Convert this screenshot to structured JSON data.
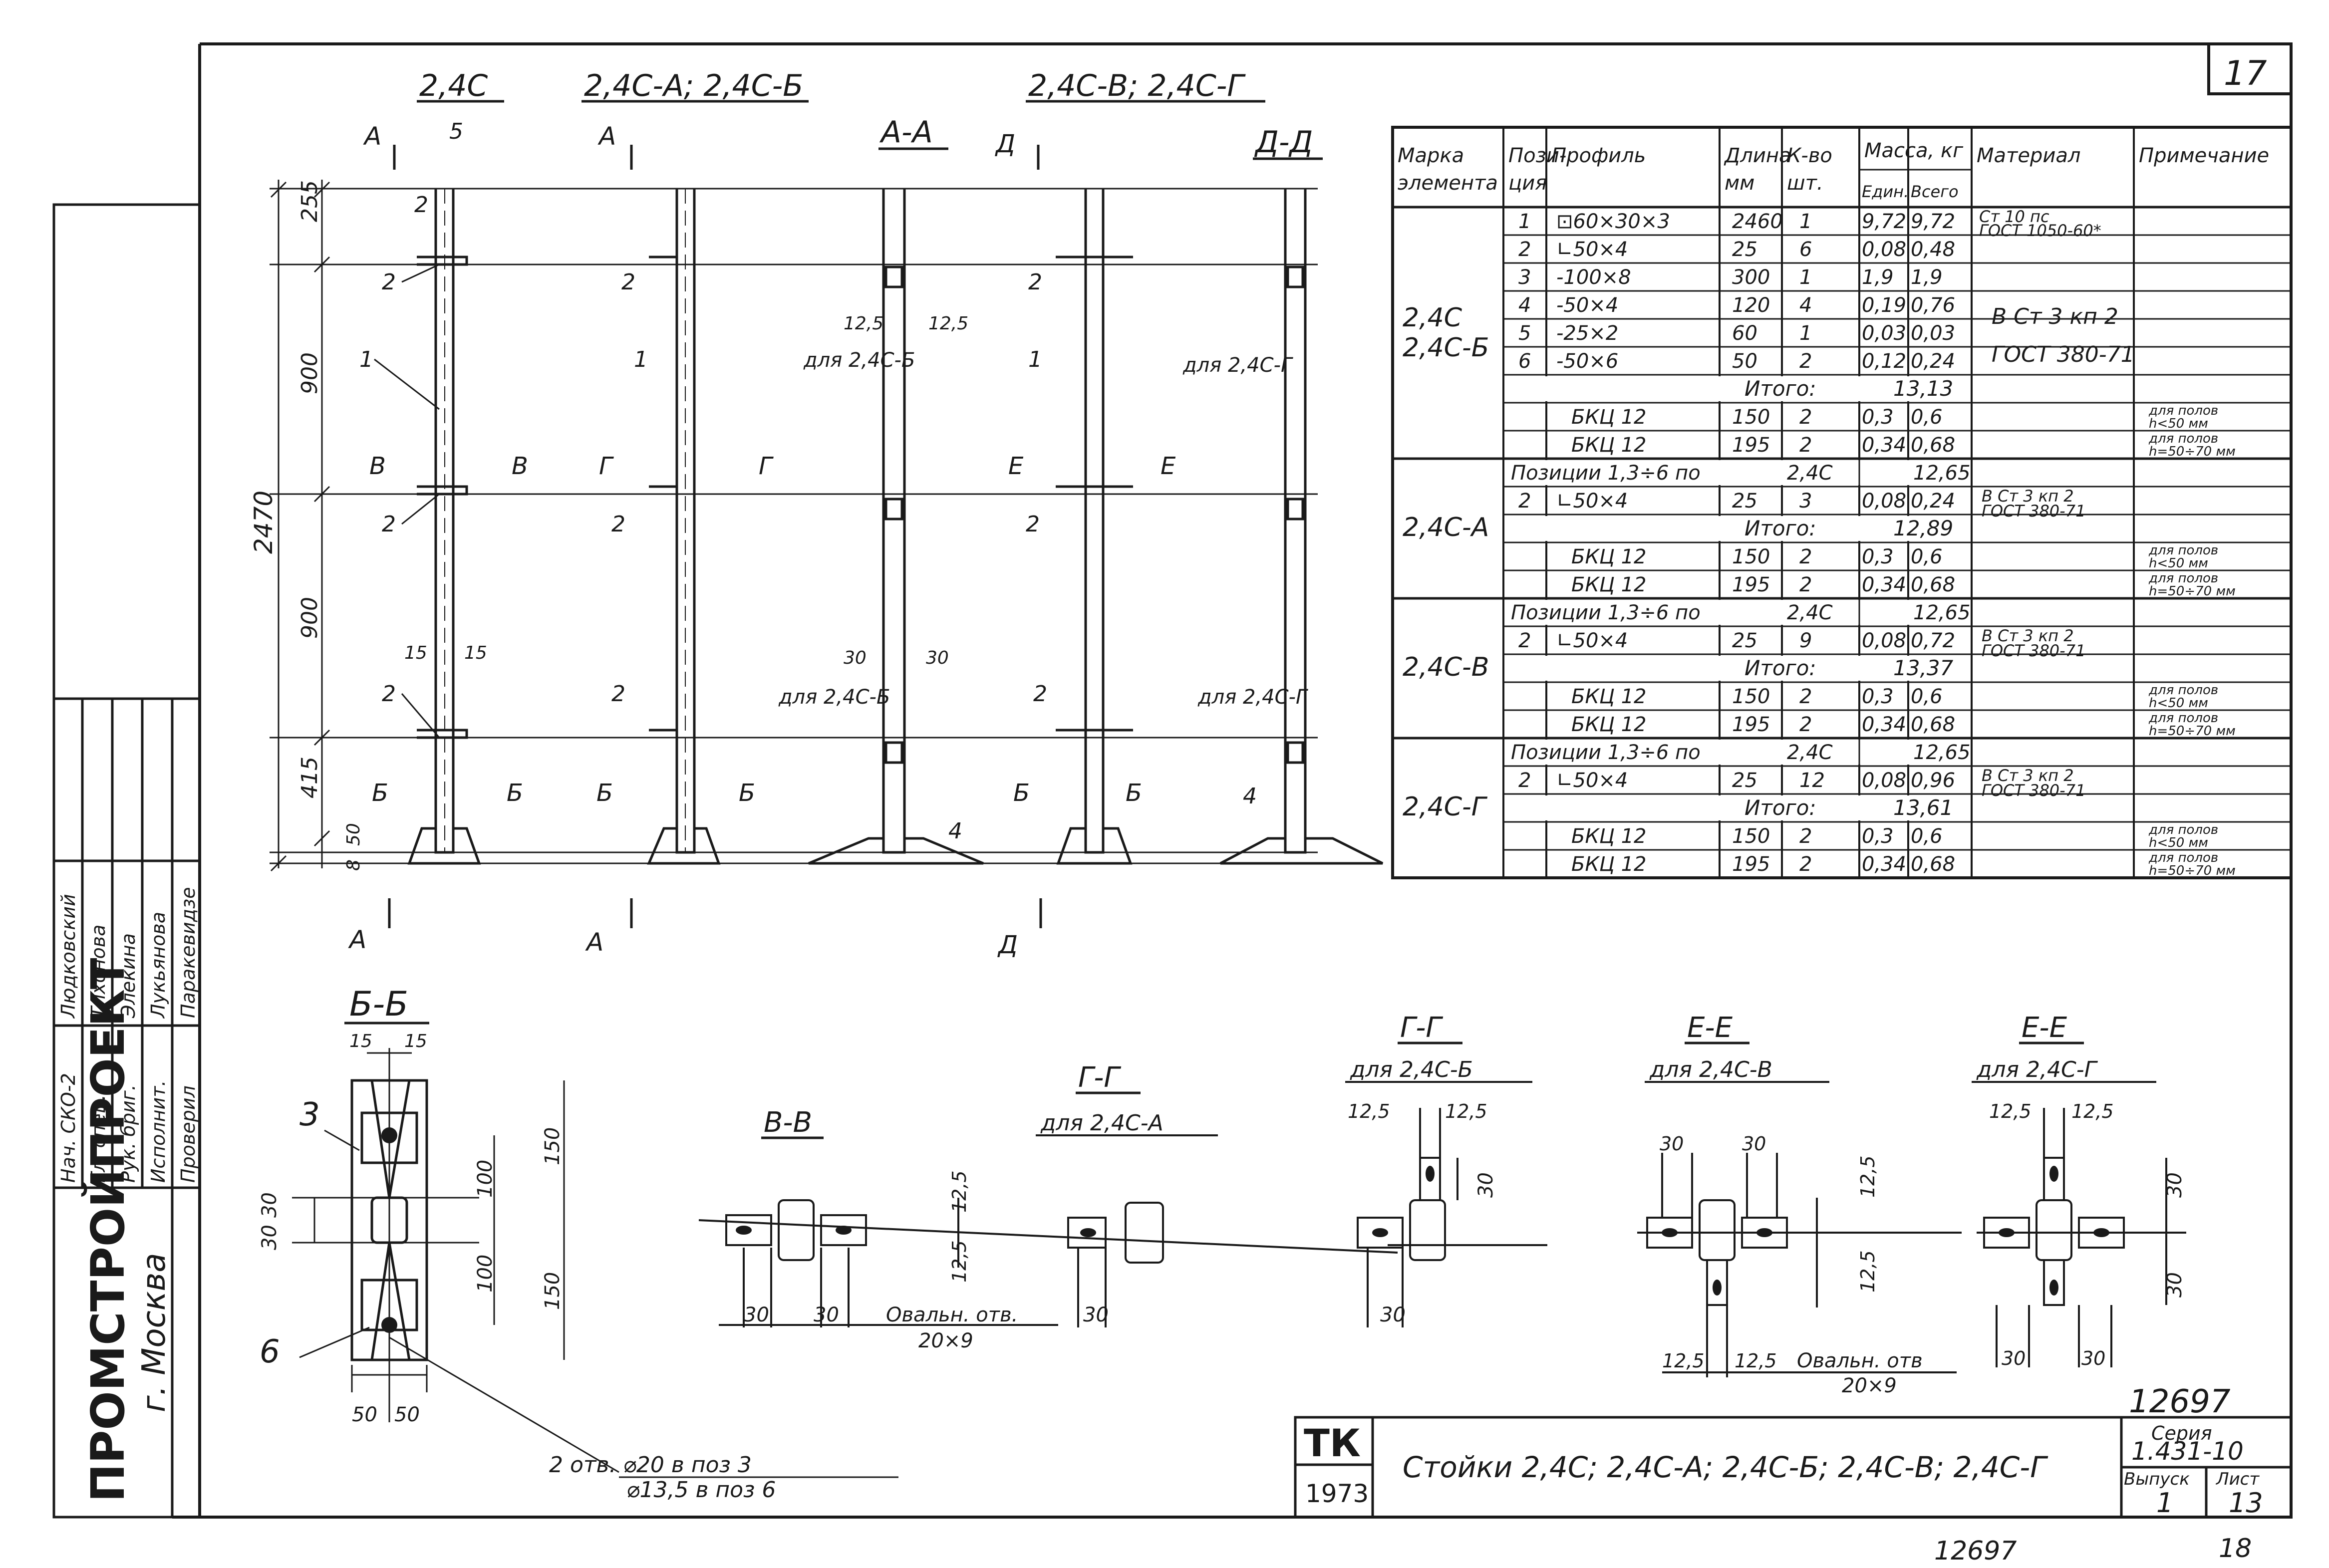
{
  "sheet_number": "17",
  "doc_number": "12697",
  "bottom_code": "12697",
  "bottom_sheet": "18",
  "view_titles": {
    "v1": "2,4С",
    "v2": "2,4С-А; 2,4С-Б",
    "v3": "2,4С-В; 2,4С-Г",
    "v4": "А-А",
    "v5": "Д-Д"
  },
  "section_marks": {
    "a": "А",
    "d": "Д",
    "b": "Б",
    "v": "В",
    "g": "Г",
    "e": "Е"
  },
  "dims": {
    "d255": "255",
    "d900a": "900",
    "d900b": "900",
    "d2470": "2470",
    "d415": "415",
    "d8": "8",
    "d50": "50",
    "d15a": "15",
    "d15b": "15",
    "d125a": "12,5",
    "d125b": "12,5",
    "d30a": "30",
    "d30b": "30"
  },
  "positions": {
    "p1": "1",
    "p2": "2",
    "p3": "3",
    "p4": "4",
    "p5": "5",
    "p6": "6"
  },
  "notes": {
    "for_b": "для 2,4С-Б",
    "for_g": "для 2,4С-Г"
  },
  "table": {
    "headers": [
      "Марка элемента",
      "Пози-ция",
      "Профиль",
      "Длина мм",
      "К-во шт.",
      "Масса, кг Един.",
      "Масса, кг Всего",
      "Материал",
      "Примечание"
    ],
    "header_lines": {
      "mark": [
        "Марка",
        "элемента"
      ],
      "pos": [
        "Пози-",
        "ция"
      ],
      "profile": [
        "Профиль"
      ],
      "length": [
        "Длина",
        "мм"
      ],
      "qty": [
        "К-во",
        "шт."
      ],
      "mass": [
        "Масса, кг"
      ],
      "mass_unit": "Един.",
      "mass_total": "Всего",
      "material": [
        "Материал"
      ],
      "note": [
        "Примечание"
      ]
    },
    "groups": [
      {
        "mark": [
          "2,4С",
          "2,4С-Б"
        ],
        "rows": [
          {
            "pos": "1",
            "profile": "⊡60×30×3",
            "length": "2460",
            "qty": "1",
            "unit": "9,72",
            "total": "9,72",
            "material": "Ст 10 пс ГОСТ 1050-60*",
            "note": ""
          },
          {
            "pos": "2",
            "profile": "∟50×4",
            "length": "25",
            "qty": "6",
            "unit": "0,08",
            "total": "0,48",
            "material": "",
            "note": ""
          },
          {
            "pos": "3",
            "profile": "-100×8",
            "length": "300",
            "qty": "1",
            "unit": "1,9",
            "total": "1,9",
            "material": "",
            "note": ""
          },
          {
            "pos": "4",
            "profile": "-50×4",
            "length": "120",
            "qty": "4",
            "unit": "0,19",
            "total": "0,76",
            "material": "В Ст 3 кп 2 ГОСТ 380-71",
            "note": ""
          },
          {
            "pos": "5",
            "profile": "-25×2",
            "length": "60",
            "qty": "1",
            "unit": "0,03",
            "total": "0,03",
            "material": "",
            "note": ""
          },
          {
            "pos": "6",
            "profile": "-50×6",
            "length": "50",
            "qty": "2",
            "unit": "0,12",
            "total": "0,24",
            "material": "",
            "note": ""
          }
        ],
        "summary": {
          "label": "Итого:",
          "value": "13,13"
        },
        "bkc": [
          {
            "profile": "БКЦ 12",
            "length": "150",
            "qty": "2",
            "unit": "0,3",
            "total": "0,6",
            "note": "для полов h<50 мм"
          },
          {
            "profile": "БКЦ 12",
            "length": "195",
            "qty": "2",
            "unit": "0,34",
            "total": "0,68",
            "note": "для полов h=50÷70 мм"
          }
        ]
      },
      {
        "mark": [
          "2,4С-А"
        ],
        "position_line": {
          "text": "Позиции 1,3÷6 по",
          "ref": "2,4С",
          "value": "12,65"
        },
        "rows": [
          {
            "pos": "2",
            "profile": "∟50×4",
            "length": "25",
            "qty": "3",
            "unit": "0,08",
            "total": "0,24",
            "material": "В Ст 3 кп 2 ГОСТ 380-71",
            "note": ""
          }
        ],
        "summary": {
          "label": "Итого:",
          "value": "12,89"
        },
        "bkc": [
          {
            "profile": "БКЦ 12",
            "length": "150",
            "qty": "2",
            "unit": "0,3",
            "total": "0,6",
            "note": "для полов h<50 мм"
          },
          {
            "profile": "БКЦ 12",
            "length": "195",
            "qty": "2",
            "unit": "0,34",
            "total": "0,68",
            "note": "для полов h=50÷70 мм"
          }
        ]
      },
      {
        "mark": [
          "2,4С-В"
        ],
        "position_line": {
          "text": "Позиции 1,3÷6 по",
          "ref": "2,4С",
          "value": "12,65"
        },
        "rows": [
          {
            "pos": "2",
            "profile": "∟50×4",
            "length": "25",
            "qty": "9",
            "unit": "0,08",
            "total": "0,72",
            "material": "В Ст 3 кп 2 ГОСТ 380-71",
            "note": ""
          }
        ],
        "summary": {
          "label": "Итого:",
          "value": "13,37"
        },
        "bkc": [
          {
            "profile": "БКЦ 12",
            "length": "150",
            "qty": "2",
            "unit": "0,3",
            "total": "0,6",
            "note": "для полов h<50 мм"
          },
          {
            "profile": "БКЦ 12",
            "length": "195",
            "qty": "2",
            "unit": "0,34",
            "total": "0,68",
            "note": "для полов h=50÷70 мм"
          }
        ]
      },
      {
        "mark": [
          "2,4С-Г"
        ],
        "position_line": {
          "text": "Позиции 1,3÷6 по",
          "ref": "2,4С",
          "value": "12,65"
        },
        "rows": [
          {
            "pos": "2",
            "profile": "∟50×4",
            "length": "25",
            "qty": "12",
            "unit": "0,08",
            "total": "0,96",
            "material": "В Ст 3 кп 2 ГОСТ 380-71",
            "note": ""
          }
        ],
        "summary": {
          "label": "Итого:",
          "value": "13,61"
        },
        "bkc": [
          {
            "profile": "БКЦ 12",
            "length": "150",
            "qty": "2",
            "unit": "0,3",
            "total": "0,6",
            "note": "для полов h<50 мм"
          },
          {
            "profile": "БКЦ 12",
            "length": "195",
            "qty": "2",
            "unit": "0,34",
            "total": "0,68",
            "note": "для полов h=50÷70 мм"
          }
        ]
      }
    ]
  },
  "sections": {
    "bb": {
      "title": "Б-Б",
      "d15a": "15",
      "d15b": "15",
      "d30a": "30",
      "d30b": "30",
      "d100a": "100",
      "d100b": "100",
      "d150a": "150",
      "d150b": "150",
      "d50a": "50",
      "d50b": "50",
      "pos3": "3",
      "pos6": "6",
      "holes": [
        "2 отв. ⌀20 в поз 3",
        "⌀13,5 в поз 6"
      ]
    },
    "vv": {
      "title": "В-В",
      "d30a": "30",
      "d30b": "30",
      "d125a": "12,5",
      "d125b": "12,5",
      "hole": [
        "Овальн. отв.",
        "20×9"
      ]
    },
    "gg_a": {
      "title": "Г-Г",
      "sub": "для 2,4С-А",
      "d30": "30"
    },
    "gg_b": {
      "title": "Г-Г",
      "sub": "для 2,4С-Б",
      "d125a": "12,5",
      "d125b": "12,5",
      "d30a": "30",
      "d30b": "30"
    },
    "ee_v": {
      "title": "Е-Е",
      "sub": "для 2,4С-В",
      "d30a": "30",
      "d30b": "30",
      "d125a": "12,5",
      "d125b": "12,5",
      "d125c": "12,5",
      "d125d": "12,5",
      "hole": [
        "Овальн. отв",
        "20×9"
      ]
    },
    "ee_g": {
      "title": "Е-Е",
      "sub": "для 2,4С-Г",
      "d125a": "12,5",
      "d125b": "12,5",
      "d30a": "30",
      "d30b": "30",
      "d30c": "30",
      "d30d": "30"
    }
  },
  "stamp_people": [
    {
      "role": "Нач. СКО-2",
      "name": "Людковский"
    },
    {
      "role": "Гл. спец.",
      "name": "Тихонова"
    },
    {
      "role": "Рук. бриг.",
      "name": "Элекина"
    },
    {
      "role": "Исполнит.",
      "name": "Лукьянова"
    },
    {
      "role": "Проверил",
      "name": "Паракевидзе"
    }
  ],
  "org": "ПРОМСТРОЙПРОЕКТ",
  "city": "г. Москва",
  "title_block": {
    "tk": "ТК",
    "year": "1973",
    "title": "Стойки 2,4С; 2,4С-А; 2,4С-Б; 2,4С-В; 2,4С-Г",
    "series_label": "Серия",
    "series": "1.431-10",
    "issue_label": "Выпуск",
    "sheet_label": "Лист",
    "issue": "1",
    "sheet": "13"
  }
}
